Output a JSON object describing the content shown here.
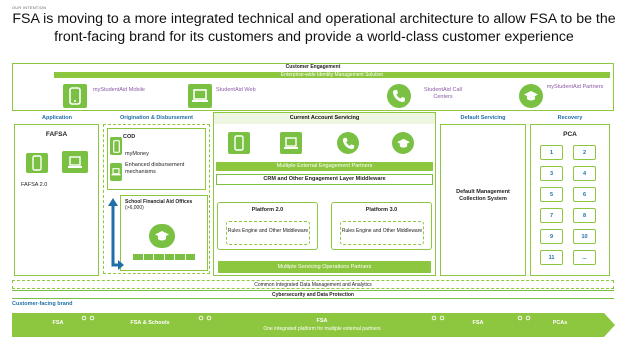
{
  "header": {
    "small": "OUR INTENTION",
    "title": "FSA is moving to a more integrated technical and operational architecture to allow FSA to be the front-facing brand for its customers and provide a world-class customer experience"
  },
  "engagement": {
    "title": "Customer Engagement",
    "bar": "Enterprise-wide Identity Management Solution",
    "channels": [
      {
        "label": "myStudentAid Mobile",
        "icon": "mobile-phone-icon"
      },
      {
        "label": "StudentAid Web",
        "icon": "laptop-icon"
      },
      {
        "label": "StudentAid Call Centers",
        "icon": "phone-icon"
      },
      {
        "label": "myStudentAid Partners",
        "icon": "graduation-cap-icon"
      }
    ]
  },
  "application": {
    "section": "Application",
    "title": "FAFSA",
    "version": "FAFSA 2.0"
  },
  "origination": {
    "section": "Origination & Disbursement",
    "cod": "COD",
    "mymoney": "myMoney",
    "enhanced": "Enhanced disbursement mechanisms",
    "school": "School Financial Aid Offices",
    "school_count": "(>6,000)"
  },
  "servicing": {
    "section": "Current Account Servicing",
    "partners": "Multiple External Engagement Partners",
    "crm": "CRM and Other Engagement Layer Middleware",
    "platforms": [
      {
        "title": "Platform 2.0",
        "body": "Rules Engine and Other Middleware"
      },
      {
        "title": "Platform 3.0",
        "body": "Rules Engine and Other Middleware"
      }
    ],
    "ops": "Multiple Servicing Operations Partners"
  },
  "default": {
    "section": "Default Servicing",
    "body": "Default Management Collection System"
  },
  "recovery": {
    "section": "Recovery",
    "title": "PCA",
    "buttons": [
      "1",
      "2",
      "3",
      "4",
      "5",
      "6",
      "7",
      "8",
      "9",
      "10",
      "11",
      "..."
    ]
  },
  "foundation": {
    "data": "Common Integrated Data Management and Analytics",
    "security": "Cybersecurity and Data Protection"
  },
  "brand": {
    "label": "Customer-facing brand",
    "segments": [
      "FSA",
      "FSA & Schools",
      "FSA",
      "FSA",
      "PCAs"
    ],
    "center_sub": "One integrated platform for multiple external partners"
  },
  "colors": {
    "accent": "#8dc63f",
    "blue": "#1f6fa8",
    "purple": "#8b59a6"
  }
}
